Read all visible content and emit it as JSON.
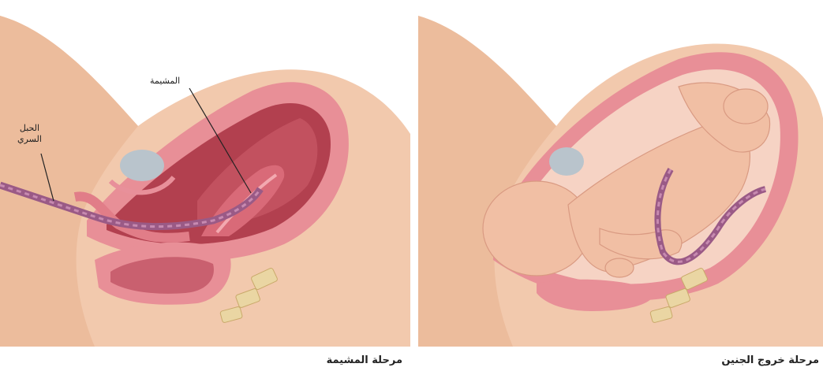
{
  "left_panel": {
    "caption": "مرحلة المشيمة",
    "labels": {
      "placenta": "المشيمة",
      "cord_line1": "الحبل",
      "cord_line2": "السري"
    }
  },
  "right_panel": {
    "caption": "مرحلة خروج الجنين"
  }
}
